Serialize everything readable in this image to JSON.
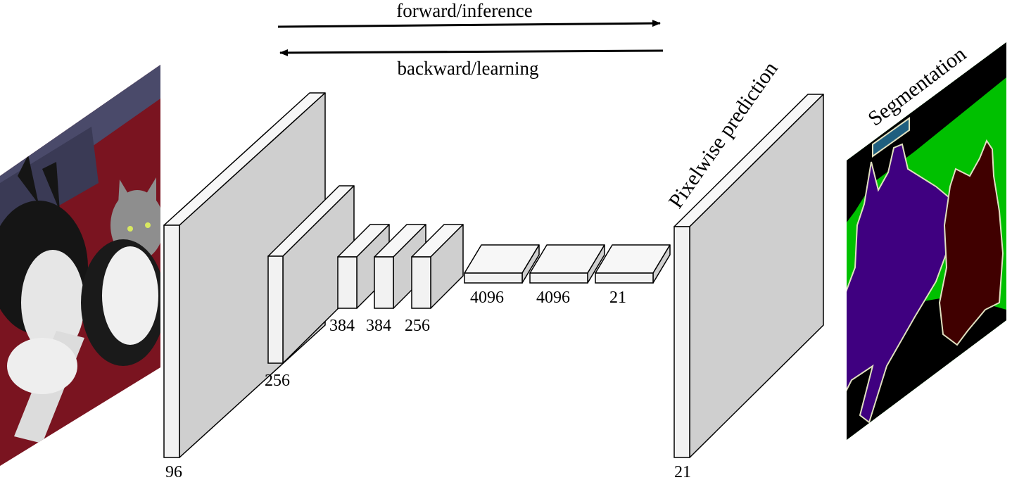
{
  "arrows": {
    "forward_label": "forward/inference",
    "backward_label": "backward/learning"
  },
  "input_image": {
    "description_icon": "photo-dog-and-cat-icon"
  },
  "layers": [
    {
      "id": "conv1",
      "label": "96"
    },
    {
      "id": "conv2",
      "label": "256"
    },
    {
      "id": "conv3",
      "label": "384"
    },
    {
      "id": "conv4",
      "label": "384"
    },
    {
      "id": "conv5",
      "label": "256"
    },
    {
      "id": "fc6",
      "label": "4096"
    },
    {
      "id": "fc7",
      "label": "4096"
    },
    {
      "id": "fc8",
      "label": "21"
    },
    {
      "id": "output",
      "label": "21"
    }
  ],
  "prediction_label": "Pixelwise prediction",
  "segmentation_label": "Segmentation",
  "colors": {
    "box_front": "#f2f2f2",
    "box_side": "#cfcfcf",
    "box_top": "#f7f7f7",
    "seg_background": "#000000",
    "seg_green": "#00c000",
    "seg_dog": "#3f0080",
    "seg_cat": "#400000",
    "seg_tv": "#1f5f7f",
    "seg_border": "#e0e0c0",
    "photo_sofa": "#7a1420"
  }
}
